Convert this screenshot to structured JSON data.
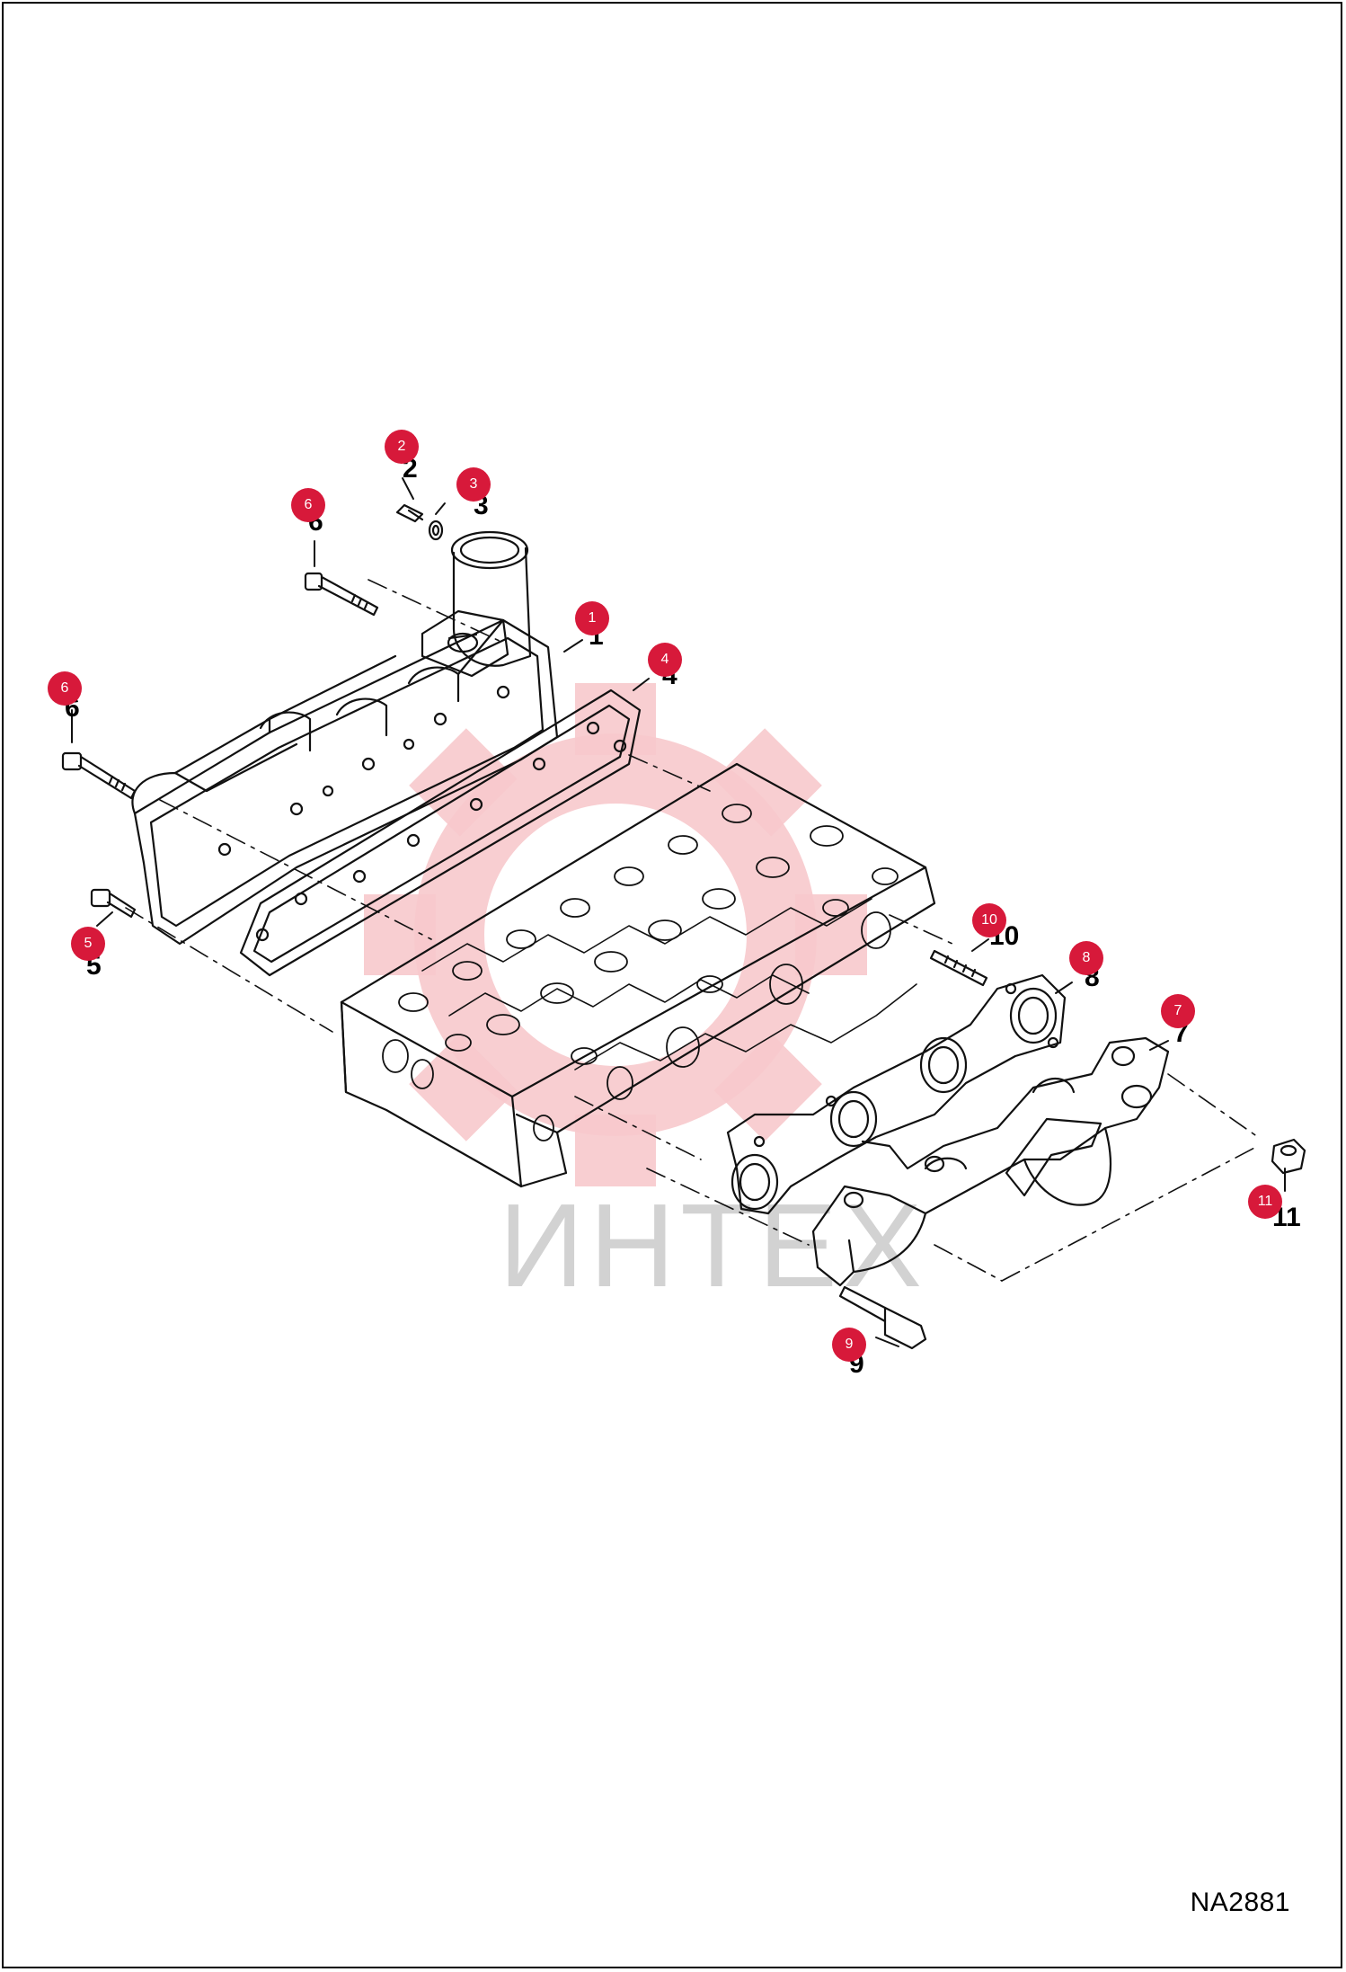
{
  "drawing": {
    "reference_code": "NA2881",
    "watermark_text": "ИНТЕХ",
    "marker_color": "#d7193a",
    "watermark_color": "#f7c9cc"
  },
  "callouts": [
    {
      "id": 1,
      "label": "1",
      "marker": "1"
    },
    {
      "id": 2,
      "label": "2",
      "marker": "2"
    },
    {
      "id": 3,
      "label": "3",
      "marker": "3"
    },
    {
      "id": 4,
      "label": "4",
      "marker": "4"
    },
    {
      "id": 5,
      "label": "5",
      "marker": "5"
    },
    {
      "id": 6,
      "label": "6",
      "marker": "6"
    },
    {
      "id": 6,
      "label": "6",
      "marker": "6"
    },
    {
      "id": 7,
      "label": "7",
      "marker": "7"
    },
    {
      "id": 8,
      "label": "8",
      "marker": "8"
    },
    {
      "id": 9,
      "label": "9",
      "marker": "9"
    },
    {
      "id": 10,
      "label": "10",
      "marker": "10"
    },
    {
      "id": 11,
      "label": "11",
      "marker": "11"
    }
  ]
}
